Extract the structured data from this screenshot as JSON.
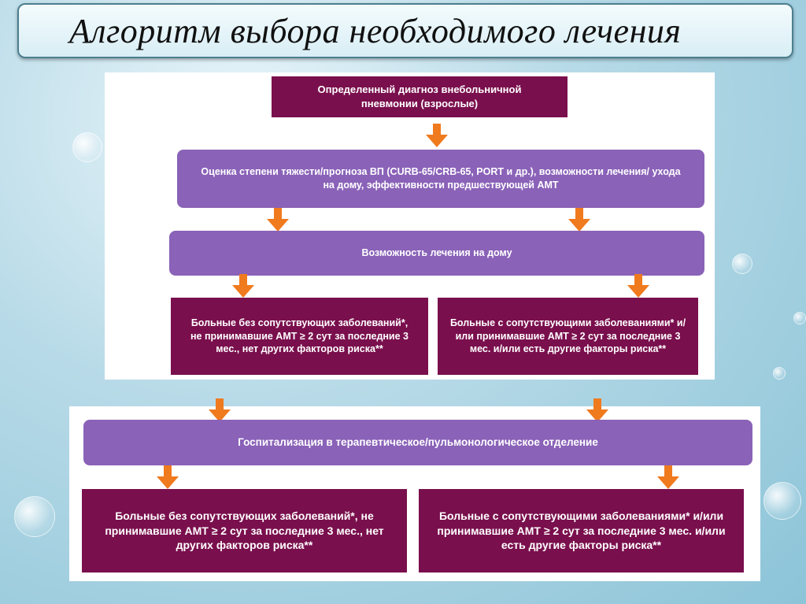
{
  "title": "Алгоритм выбора необходимого лечения",
  "diagram": {
    "diagnosis": "Определенный диагноз внебольничной пневмонии (взрослые)",
    "assessment": "Оценка степени тяжести/прогноза ВП (CURB-65/CRB-65, PORT и др.), возможности лечения/ ухода на дому, эффективности предшествующей АМТ",
    "home_treatment": "Возможность лечения на дому",
    "home_left": "Больные без сопутствующих заболеваний*, не принимавшие АМТ ≥ 2 сут за последние 3 мес., нет других факторов риска**",
    "home_right": "Больные с сопутствующими заболеваниями* и/или принимавшие АМТ ≥ 2 сут за последние 3 мес. и/или есть другие факторы риска**",
    "hospitalization": "Госпитализация в терапевтическое/пульмонологическое отделение",
    "hosp_left": "Больные без сопутствующих заболеваний*, не принимавшие АМТ ≥ 2 сут за последние 3 мес., нет других факторов риска**",
    "hosp_right": "Больные с сопутствующими заболеваниями* и/или принимавшие АМТ ≥ 2 сут за последние 3 мес. и/или есть другие факторы риска**"
  },
  "colors": {
    "dark_box": "#7a0f4d",
    "purple_box": "#8a62b8",
    "arrow": "#f07a1e"
  }
}
